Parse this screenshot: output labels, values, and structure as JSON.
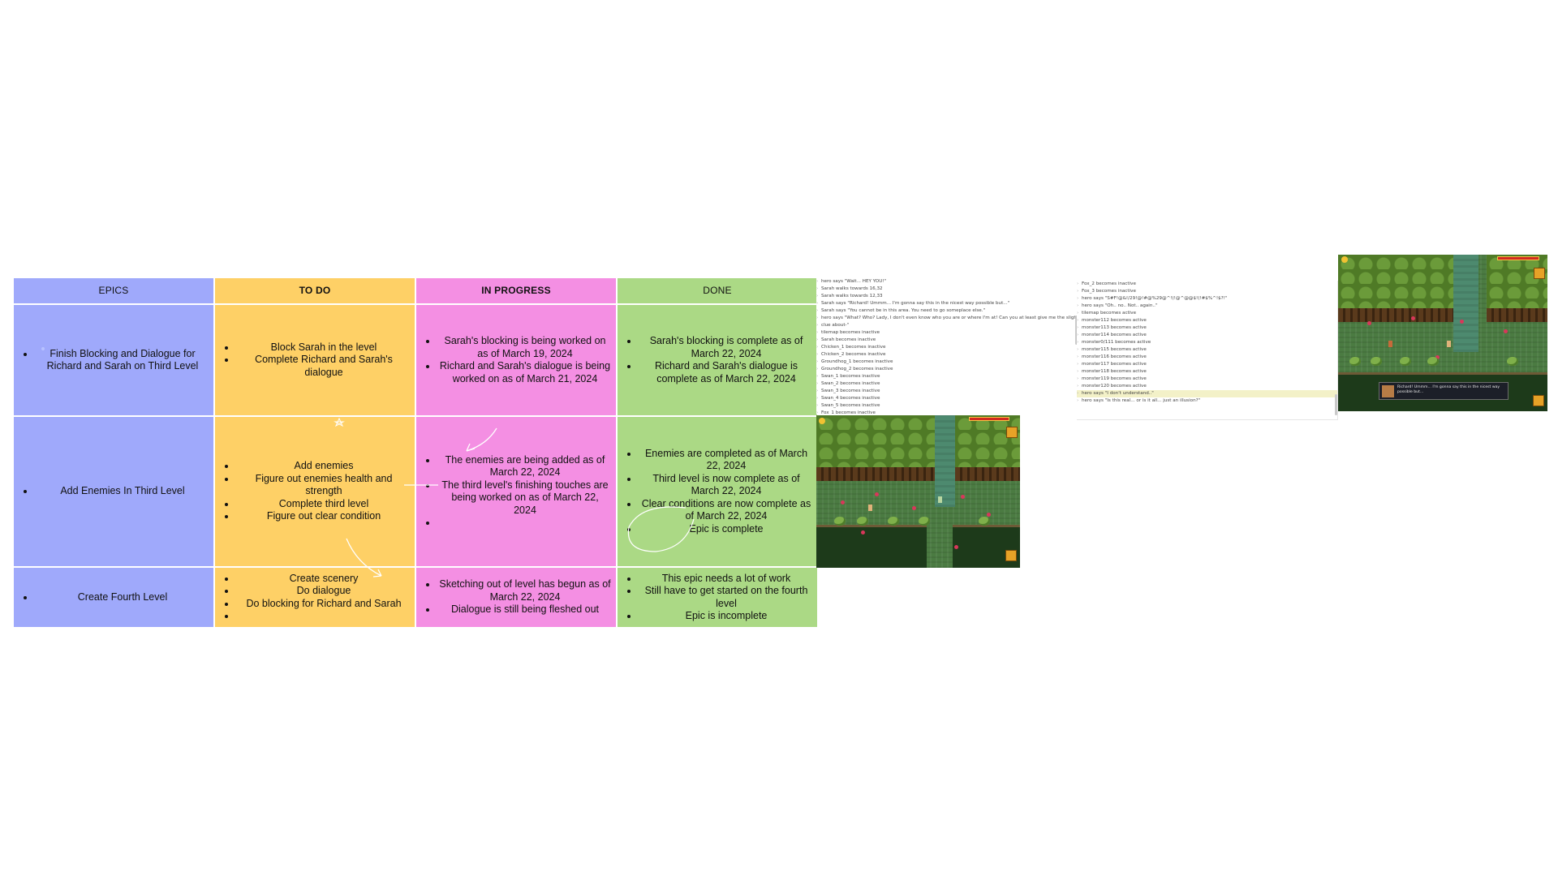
{
  "board": {
    "headers": {
      "epics": "EPICS",
      "todo": "TO DO",
      "in_progress": "IN PROGRESS",
      "done": "DONE"
    },
    "rows": [
      {
        "epic": "Finish Blocking and Dialogue for Richard and Sarah  on Third Level",
        "todo": [
          "Block Sarah in the level",
          "Complete Richard and Sarah's dialogue"
        ],
        "in_progress": [
          "Sarah's blocking is being worked on as of March 19, 2024",
          "Richard and Sarah's dialogue is being worked on as of March 21, 2024"
        ],
        "done": [
          "Sarah's blocking is complete as of March 22, 2024",
          "Richard and Sarah's dialogue is complete as of March 22, 2024"
        ]
      },
      {
        "epic": "Add Enemies In Third Level",
        "todo": [
          "Add enemies",
          "Figure out enemies health and strength",
          "Complete third level",
          "Figure out clear condition"
        ],
        "in_progress": [
          "The enemies are being added as of March 22, 2024",
          "The third level's finishing touches are being worked on as of March 22, 2024"
        ],
        "done": [
          "Enemies are completed as of March 22, 2024",
          "Third level is now complete as of March 22, 2024",
          "Clear conditions are now complete as of March 22, 2024",
          "Epic is complete"
        ]
      },
      {
        "epic": "Create Fourth Level",
        "todo": [
          "Create scenery",
          "Do dialogue",
          "Do blocking for Richard and Sarah"
        ],
        "in_progress": [
          "Sketching out of level has begun as of March 22, 2024",
          "Dialogue is still being fleshed out"
        ],
        "done": [
          "This epic needs a lot of work",
          "Still have to get started on the fourth level",
          "Epic is incomplete"
        ]
      }
    ],
    "colors": {
      "epics": "#9fa9fb",
      "todo": "#fed066",
      "in_progress": "#f48fe3",
      "done": "#abd985"
    }
  },
  "log_left": [
    "hero says \"Wait... HEY YOU!\"",
    "Sarah walks towards 16,32",
    "Sarah walks towards 12,33",
    "Sarah says \"Richard! Ummm... I'm gonna say this in the nicest way possible but...\"",
    "Sarah says \"You cannot be in this area. You need to go someplace else.\"",
    "hero says \"What? Who? Lady, I don't even know who you are or where I'm at! Can you at least give me the slightest",
    "clue about-\"",
    "tilemap becomes inactive",
    "Sarah becomes inactive",
    "Chicken_1 becomes inactive",
    "Chicken_2 becomes inactive",
    "Groundhog_1 becomes inactive",
    "Groundhog_2 becomes inactive",
    "Swan_1 becomes inactive",
    "Swan_2 becomes inactive",
    "Swan_3 becomes inactive",
    "Swan_4 becomes inactive",
    "Swan_5 becomes inactive",
    "Fox_1 becomes inactive"
  ],
  "log_right": [
    "Fox_2 becomes inactive",
    "Fox_3 becomes inactive",
    "hero says \"S#F!@&!/29!@!#@%29@^!(!@^@@$!(!#$%^!$?!\"",
    "hero says \"Oh.. no.. Not.. again..\"",
    "tilemap becomes active",
    "monster112 becomes active",
    "monster113 becomes active",
    "monster114 becomes active",
    "monster0/111 becomes active",
    "monster115 becomes active",
    "monster116 becomes active",
    "monster117 becomes active",
    "monster118 becomes active",
    "monster119 becomes active",
    "monster120 becomes active",
    "hero says \"I don't understand..\"",
    "hero says \"Is this real... or is it all... just an illusion?\""
  ],
  "game_dialog": "Richard! Ummm... I'm gonna say this in the nicest way possible but..."
}
